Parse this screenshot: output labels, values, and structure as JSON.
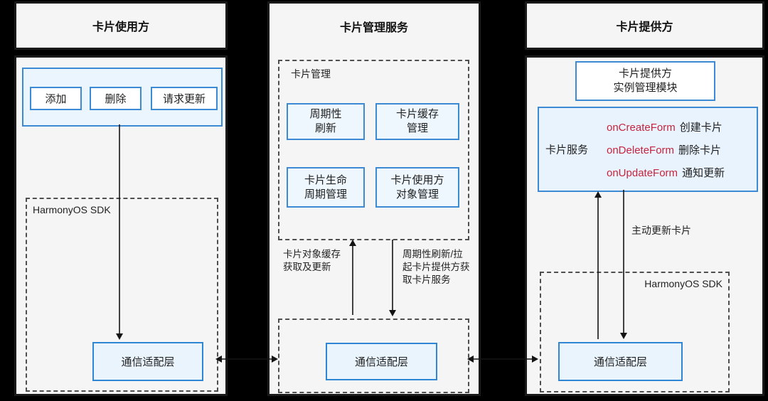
{
  "consumer": {
    "title": "卡片使用方",
    "actions": [
      "添加",
      "删除",
      "请求更新"
    ],
    "sdk_label": "HarmonyOS SDK",
    "adapter_label": "通信适配层"
  },
  "manager": {
    "title": "卡片管理服务",
    "group_label": "卡片管理",
    "modules": [
      {
        "line1": "周期性",
        "line2": "刷新"
      },
      {
        "line1": "卡片缓存",
        "line2": "管理"
      },
      {
        "line1": "卡片生命",
        "line2": "周期管理"
      },
      {
        "line1": "卡片使用方",
        "line2": "对象管理"
      }
    ],
    "cache_arrow_label": {
      "line1": "卡片对象缓存",
      "line2": "获取及更新"
    },
    "refresh_arrow_label": {
      "line1": "周期性刷新/拉",
      "line2": "起卡片提供方获",
      "line3": "取卡片服务"
    },
    "adapter_label": "通信适配层"
  },
  "provider": {
    "title": "卡片提供方",
    "instance_module": {
      "line1": "卡片提供方",
      "line2": "实例管理模块"
    },
    "service_label": "卡片服务",
    "callbacks": [
      {
        "method": "onCreateForm",
        "desc": "创建卡片"
      },
      {
        "method": "onDeleteForm",
        "desc": "删除卡片"
      },
      {
        "method": "onUpdateForm",
        "desc": "通知更新"
      }
    ],
    "update_arrow_label": "主动更新卡片",
    "sdk_label": "HarmonyOS SDK",
    "adapter_label": "通信适配层"
  },
  "colors": {
    "accent_blue": "#3c8ad4",
    "callback_red": "#c5243f",
    "panel_bg": "#f5f5f6",
    "background": "#000000"
  }
}
